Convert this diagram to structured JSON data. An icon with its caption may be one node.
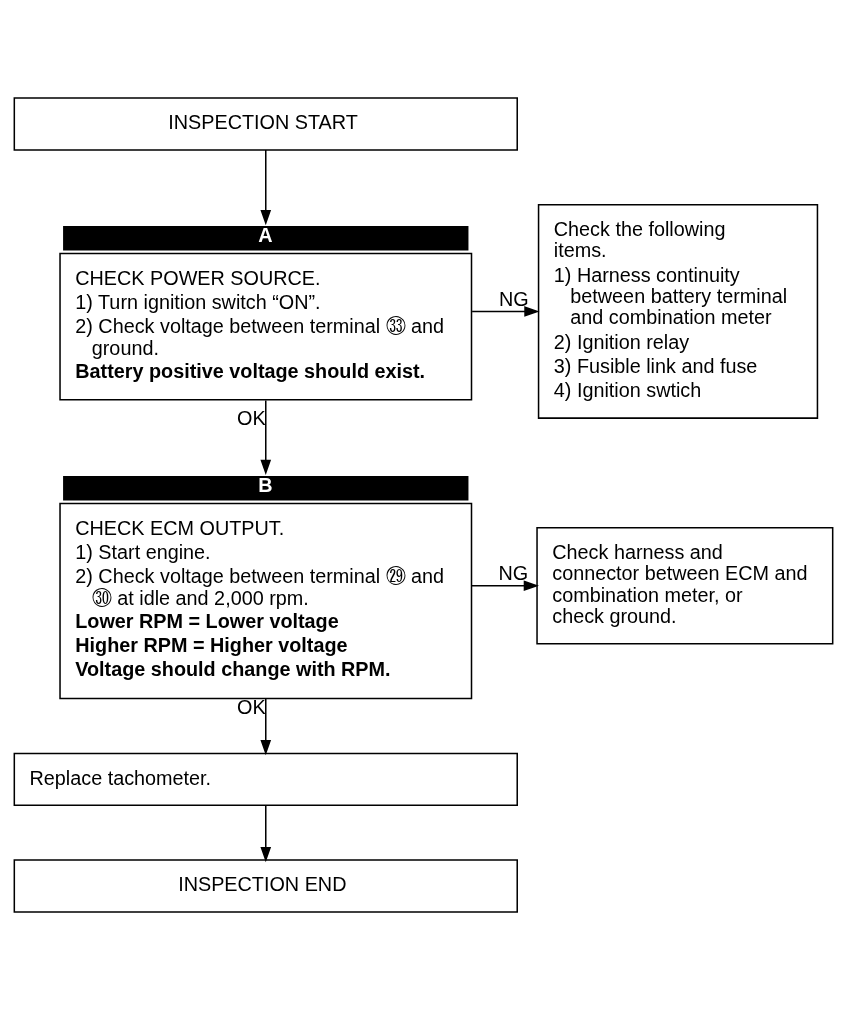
{
  "diagram": {
    "nodes": [
      {
        "text": [
          "INSPECTION START"
        ]
      },
      {
        "text": [
          "CHECK POWER SOURCE.",
          "1) Turn ignition switch “ON”.",
          "2) Check voltage between terminal ㉝ and ground.",
          "Battery positive voltage should exist."
        ],
        "beside": [
          "A"
        ]
      },
      {
        "text": [
          "Check the following items.",
          "1) Harness continuity between battery terminal and combination meter",
          "2) Ignition relay",
          "3) Fusible link and fuse",
          "4) Ignition swtich"
        ]
      },
      {
        "text": [
          "CHECK ECM OUTPUT.",
          "1) Start engine.",
          "2) Check voltage between terminal ㉙ and ㉚ at idle and 2,000 rpm.",
          "Lower RPM = Lower voltage",
          "Higher RPM = Higher voltage",
          "Voltage should change with RPM."
        ],
        "beside": [
          "B"
        ]
      },
      {
        "text": [
          "Check harness and connector between ECM and combination meter, or check ground."
        ]
      },
      {
        "text": [
          "Replace tachometer."
        ]
      },
      {
        "text": [
          "INSPECTION END"
        ]
      }
    ],
    "edges": [
      {
        "from": 0,
        "to": 1,
        "arrow": "to"
      },
      {
        "from": 1,
        "to": 2,
        "arrow": "to",
        "label": "NG"
      },
      {
        "from": 1,
        "to": 3,
        "arrow": "to",
        "label": "OK"
      },
      {
        "from": 3,
        "to": 4,
        "arrow": "to",
        "label": "NG"
      },
      {
        "from": 3,
        "to": 5,
        "arrow": "to",
        "label": "OK"
      },
      {
        "from": 5,
        "to": 6,
        "arrow": "to"
      }
    ]
  }
}
